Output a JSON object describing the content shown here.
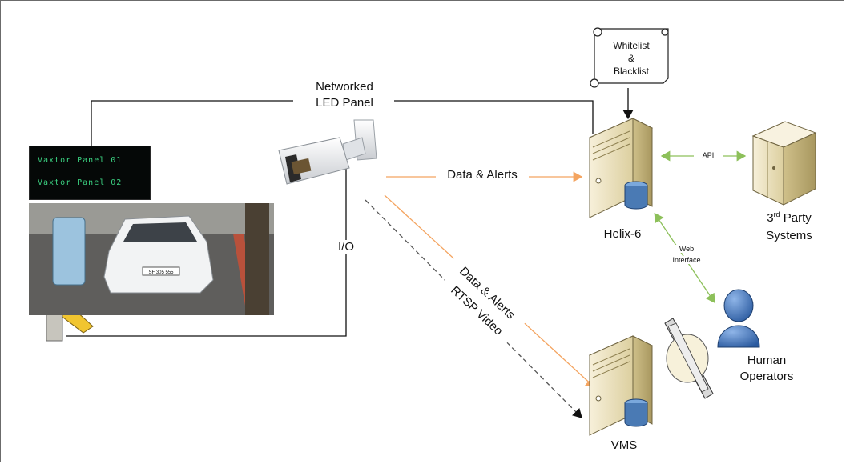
{
  "diagram": {
    "whitelist_note": [
      "Whitelist",
      "&",
      "Blacklist"
    ],
    "led_panel_label": [
      "Networked",
      "LED Panel"
    ],
    "led_panel_rows": [
      "Vaxtor Panel 01",
      "Vaxtor Panel 02"
    ],
    "plate_text": "SF 305 555",
    "io_label": "I/O",
    "data_alerts_label": "Data & Alerts",
    "diag_data_alerts_label": "Data & Alerts",
    "rtsp_label": "RTSP Video",
    "api_label": "API",
    "web_interface_label": [
      "Web",
      "Interface"
    ],
    "helix_label": "Helix-6",
    "third_party_label": {
      "num": "3",
      "sup": "rd",
      "rest": " Party",
      "line2": "Systems"
    },
    "human_label": [
      "Human",
      "Operators"
    ],
    "vms_label": "VMS",
    "colors": {
      "orange": "#f4a460",
      "green": "#8dc05a",
      "black": "#111111",
      "gray_dash": "#555555",
      "server_body": "#efe6cc",
      "db_blue": "#4a7ab4",
      "person_blue": "#3d6fb4"
    }
  }
}
